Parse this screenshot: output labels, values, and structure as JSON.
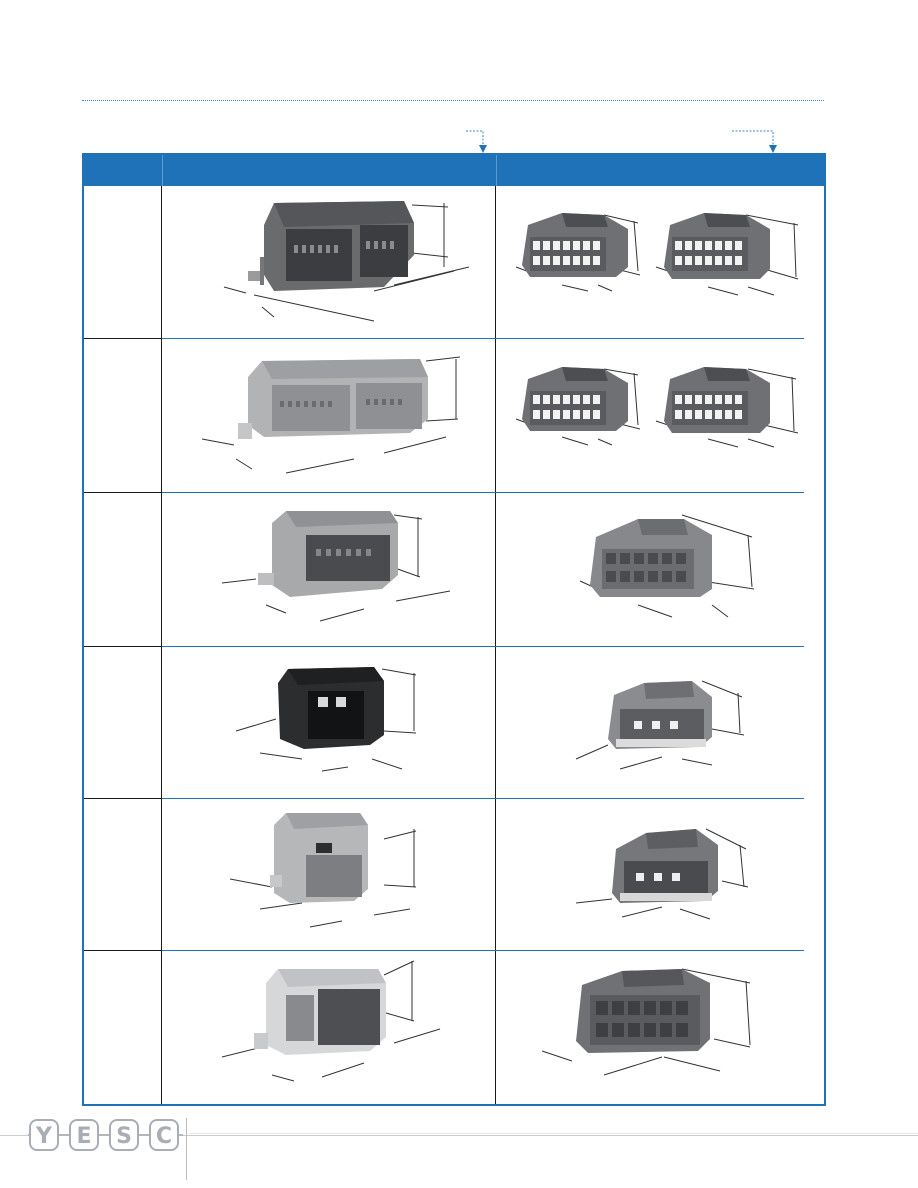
{
  "brand": {
    "logo_text": "YESC",
    "logo_color": "#a9aeb4"
  },
  "accent_color": "#1f72b8",
  "table": {
    "header": {
      "col1": "",
      "col2": "",
      "col3": ""
    },
    "rows": [
      {
        "label": "",
        "header_image": "connector-header-large-dark",
        "receptacle_images": [
          "receptacle-dark-16pin",
          "receptacle-dark-16pin"
        ]
      },
      {
        "label": "",
        "header_image": "connector-header-large-light",
        "receptacle_images": [
          "receptacle-dark-16pin",
          "receptacle-dark-16pin"
        ]
      },
      {
        "label": "",
        "header_image": "connector-header-medium-grey",
        "receptacle_images": [
          "receptacle-grey-12pin"
        ]
      },
      {
        "label": "",
        "header_image": "connector-header-small-black",
        "receptacle_images": [
          "receptacle-grey-6pin"
        ]
      },
      {
        "label": "",
        "header_image": "connector-header-small-grey",
        "receptacle_images": [
          "receptacle-grey-6pin"
        ]
      },
      {
        "label": "",
        "header_image": "connector-header-medium-light",
        "receptacle_images": [
          "receptacle-dark-12pin"
        ]
      }
    ]
  }
}
